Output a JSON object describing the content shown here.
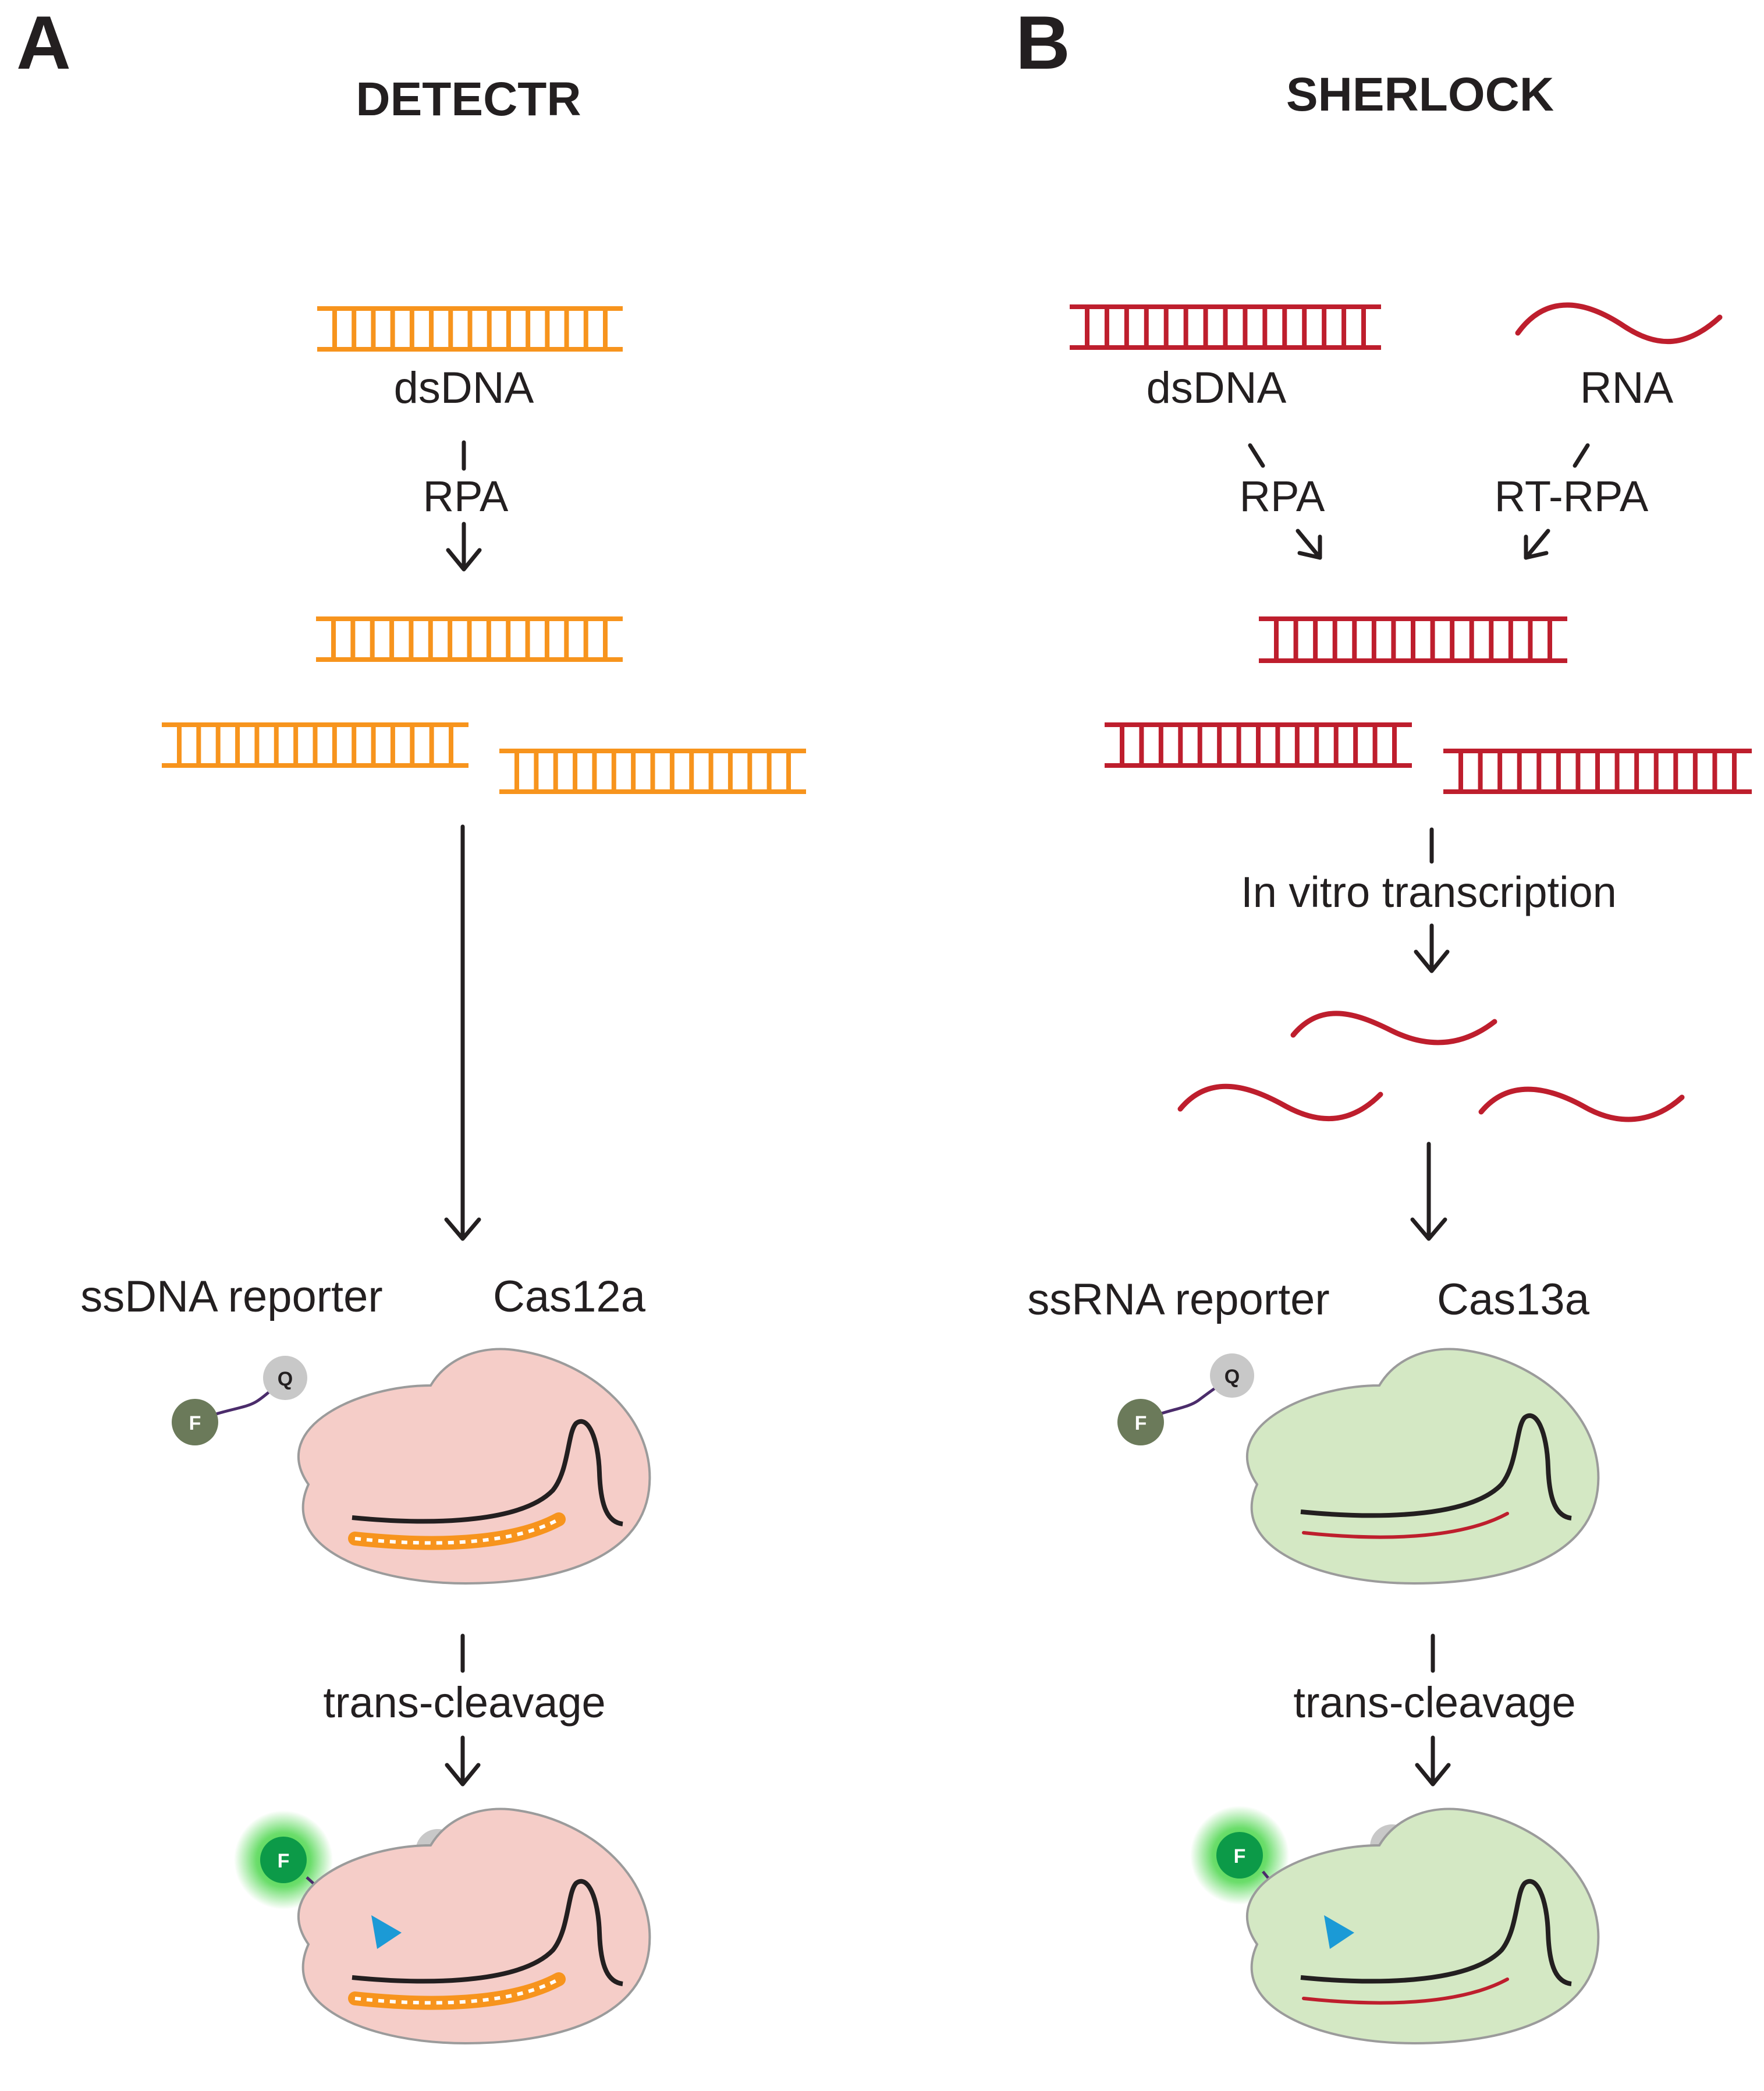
{
  "panel_a": {
    "letter": "A",
    "title": "DETECTR",
    "dsdna_label": "dsDNA",
    "amplification_label": "RPA",
    "reporter_label": "ssDNA reporter",
    "enzyme_label": "Cas12a",
    "cleavage_label": "trans-cleavage",
    "fluor_letter": "F",
    "quencher_letter": "Q",
    "color_target": "#f7941d",
    "color_enzyme": "#f5cdc8"
  },
  "panel_b": {
    "letter": "B",
    "title": "SHERLOCK",
    "dsdna_label": "dsDNA",
    "rna_label": "RNA",
    "amplification_label": "RPA",
    "rt_amplification_label": "RT-RPA",
    "transcription_label": "In vitro transcription",
    "reporter_label": "ssRNA reporter",
    "enzyme_label": "Cas13a",
    "cleavage_label": "trans-cleavage",
    "fluor_letter": "F",
    "quencher_letter": "Q",
    "color_target": "#be1e2d",
    "color_enzyme": "#d4e8c4"
  },
  "colors": {
    "guide_rna": "#231f20",
    "fluor_quenched": "#6b7a5a",
    "fluor_active": "#0c9a48",
    "fluor_glow": "#3ad23a",
    "quencher": "#c8c8c8",
    "linker": "#4b2c6b",
    "cleavage_site": "#1b9ad6"
  }
}
